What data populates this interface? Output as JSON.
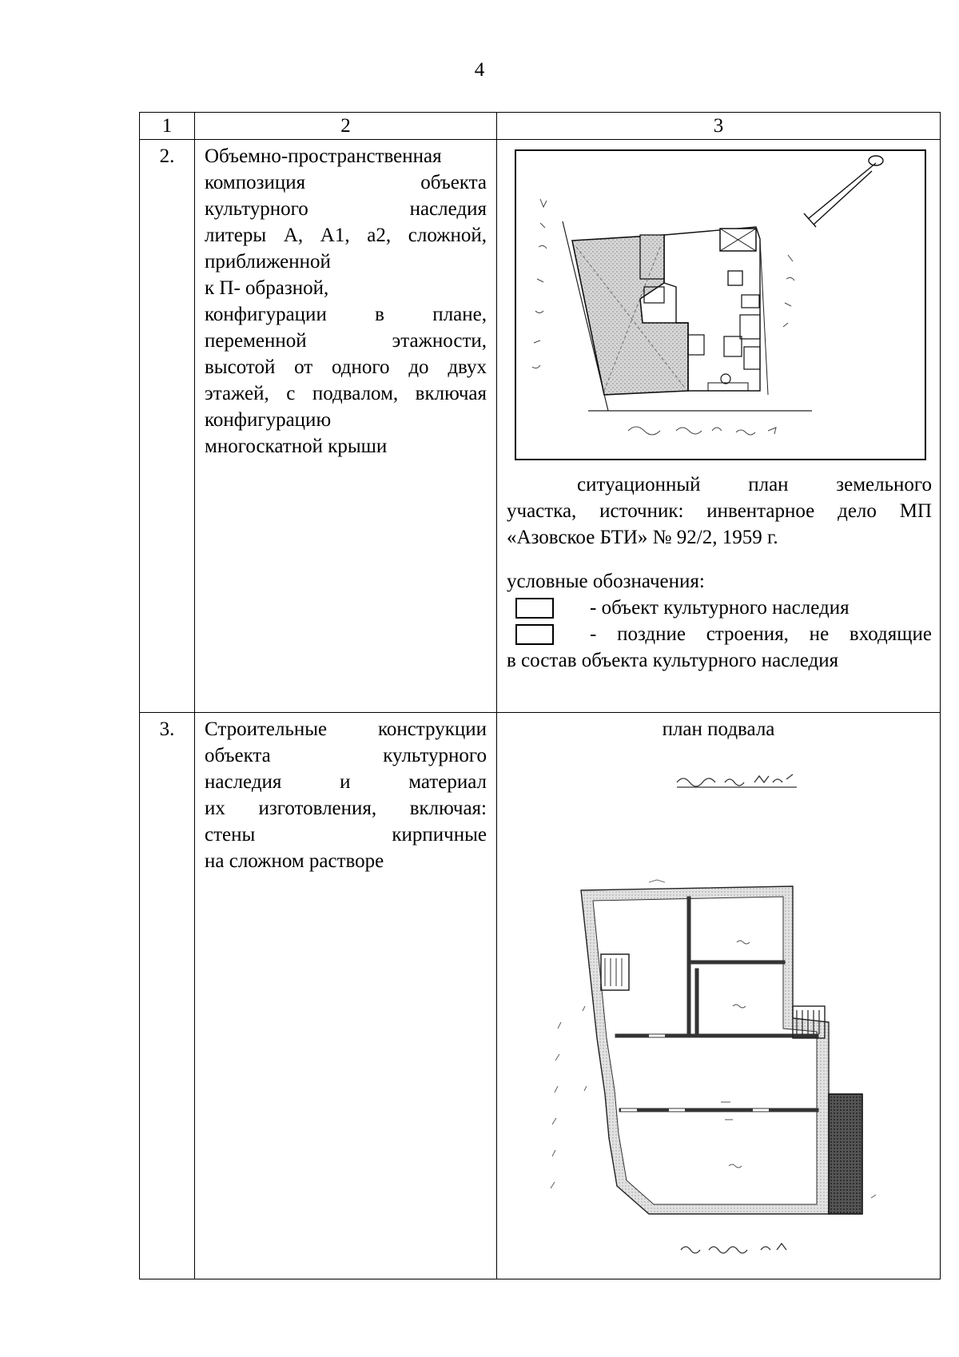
{
  "page_number": "4",
  "table": {
    "header": [
      "1",
      "2",
      "3"
    ],
    "row2": {
      "num": "2.",
      "desc_lines": [
        "Объемно-пространственная",
        "композиция объекта",
        "культурного наследия",
        "литеры А, А1, а2, сложной,",
        "приближенной",
        "к П- образной,",
        "конфигурации в плане,",
        "переменной этажности,",
        "высотой от одного до двух",
        "этажей, с подвалом, включая",
        "конфигурацию",
        "многоскатной крыши"
      ],
      "caption_lines": [
        "ситуационный план земельного",
        "участка, источник: инвентарное дело МП",
        "«Азовское БТИ» № 92/2, 1959 г."
      ],
      "legend_title": "условные обозначения:",
      "legend": [
        {
          "text": "- объект культурного наследия"
        },
        {
          "text": "- поздние строения, не входящие"
        }
      ],
      "legend_tail": "в состав объекта культурного наследия"
    },
    "row3": {
      "num": "3.",
      "desc_lines": [
        "Строительные конструкции",
        "объекта культурного",
        "наследия и материал",
        "их изготовления, включая:",
        "стены кирпичные",
        "на сложном растворе"
      ],
      "image_title": "план подвала"
    }
  }
}
